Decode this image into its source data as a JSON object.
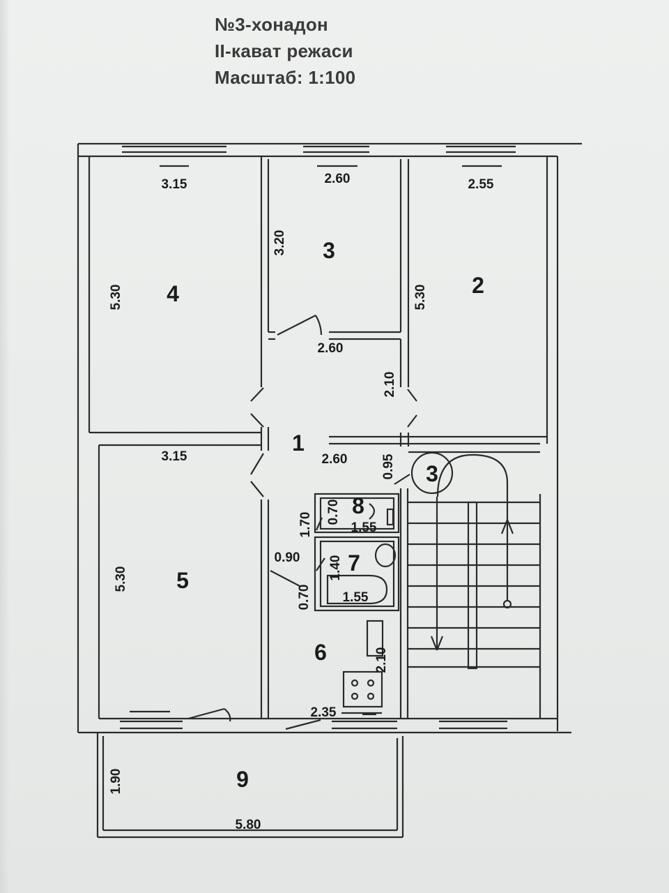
{
  "header": {
    "title": "№3-хонадон",
    "floor": "II-кават режаси",
    "scale": "Масштаб: 1:100"
  },
  "rooms": {
    "r1": "1",
    "r2": "2",
    "r3": "3",
    "r4": "4",
    "r5": "5",
    "r6": "6",
    "r7": "7",
    "r8": "8",
    "r9": "9",
    "stair": "3"
  },
  "dimensions": {
    "r4_width": "3.15",
    "r4_height": "5.30",
    "r3_width": "2.60",
    "r3_height": "3.20",
    "r2_width": "2.55",
    "r2_height": "5.30",
    "hall_upper_width": "2.60",
    "hall_upper_height": "2.10",
    "r5_width": "3.15",
    "r5_height": "5.30",
    "hall_lower_width": "2.60",
    "hall_lower_height": "0.95",
    "r8_height": "0.70",
    "r8_width": "1.55",
    "corridor_height": "1.70",
    "corridor_width": "0.90",
    "r7_height": "1.40",
    "r7_width": "1.55",
    "r7_door": "0.70",
    "r6_height": "2.10",
    "r6_width": "2.35",
    "r9_height": "1.90",
    "r9_width": "5.80"
  }
}
